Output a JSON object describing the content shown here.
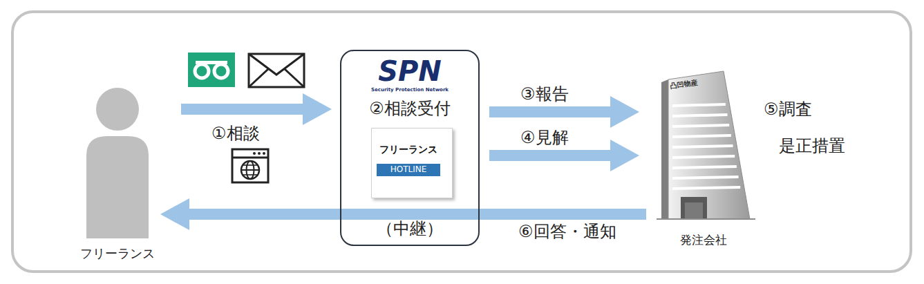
{
  "diagram": {
    "nodes": [
      {
        "text": [
          "フリーランス"
        ]
      },
      {
        "text": [
          "SPN",
          "Security Protection Network",
          "②相談受付",
          "（中継）"
        ]
      },
      {
        "text": [
          "フリーランス",
          "HOTLINE"
        ],
        "in": 1
      },
      {
        "text": [
          "凸凹物産",
          "発注会社"
        ]
      }
    ],
    "edges": [
      {
        "from": 0,
        "to": 1,
        "label": "①相談",
        "arrow": "to"
      },
      {
        "from": 1,
        "to": 3,
        "label": "③報告",
        "arrow": "to"
      },
      {
        "from": 1,
        "to": 3,
        "label": "④見解",
        "arrow": "to"
      },
      {
        "from": 3,
        "to": 0,
        "label": "⑥回答・通知",
        "arrow": "to"
      }
    ],
    "labels": [
      "⑤調査",
      "是正措置"
    ]
  }
}
